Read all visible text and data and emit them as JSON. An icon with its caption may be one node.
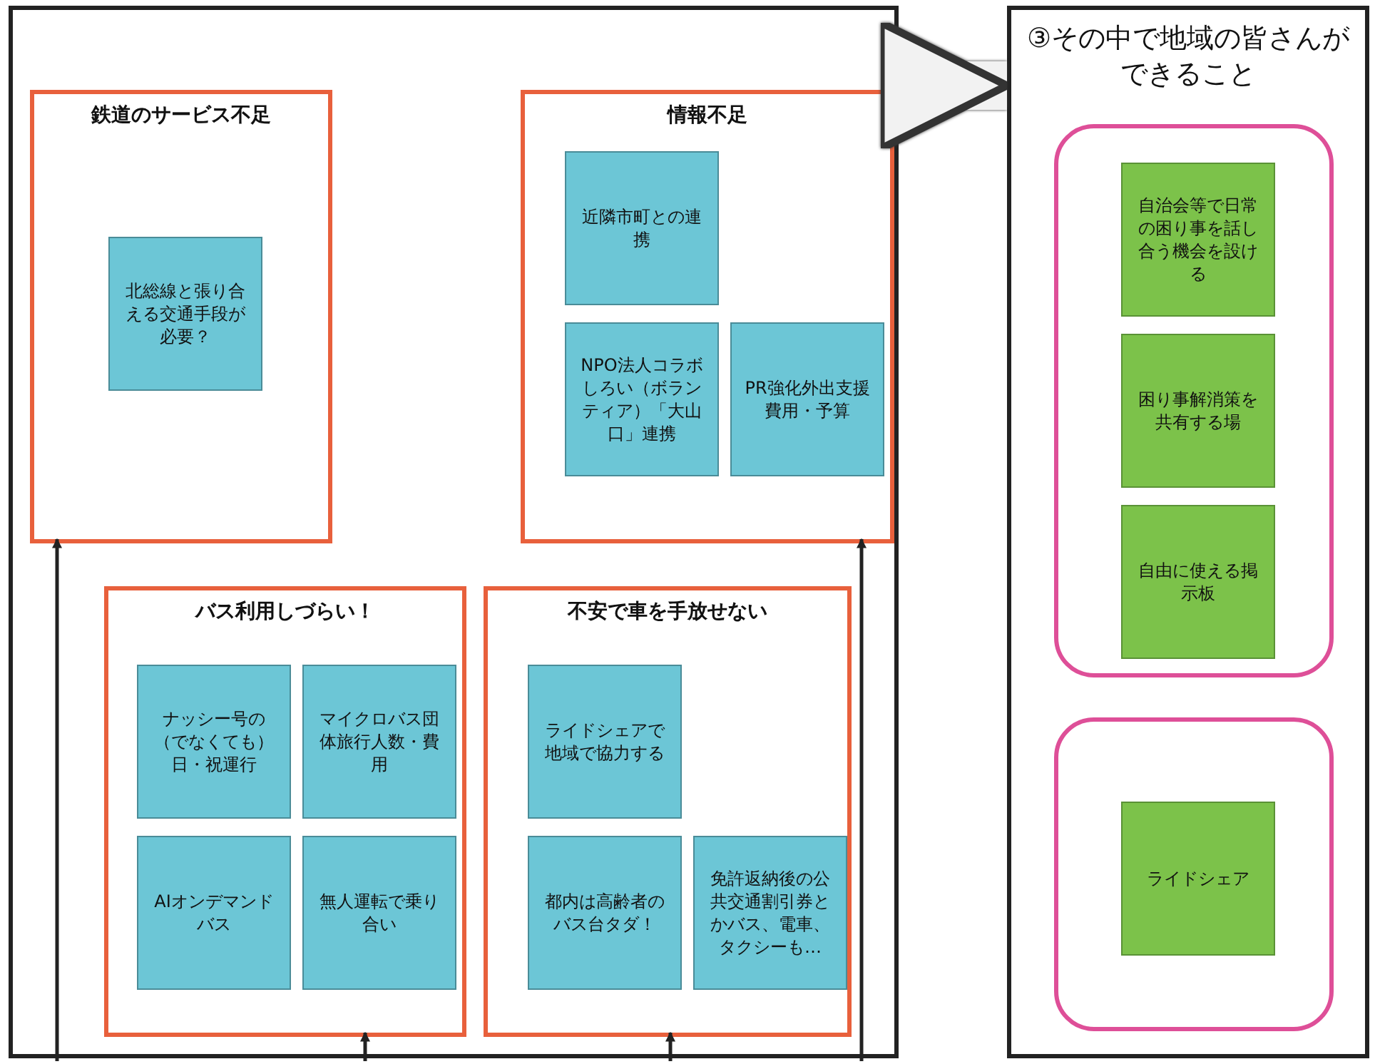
{
  "diagram": {
    "nodes": [
      {
        "text": [
          "③その中で地域の皆さんができること"
        ]
      },
      {
        "text": [],
        "shape": "box",
        "in": 0
      },
      {
        "text": [
          "自治会等で日常の困り事を話し合う機会を設ける"
        ],
        "in": 1
      },
      {
        "text": [
          "困り事解消策を共有する場"
        ],
        "in": 1
      },
      {
        "text": [
          "自由に使える掲示板"
        ],
        "in": 1
      },
      {
        "text": [],
        "shape": "box",
        "in": 0
      },
      {
        "text": [
          "ライドシェア"
        ],
        "in": 5
      },
      {
        "text": [],
        "shape": "box"
      },
      {
        "text": [
          "情報不足"
        ],
        "in": 7
      },
      {
        "text": [
          "PR強化外出支援費用・予算"
        ],
        "in": 8
      },
      {
        "text": [
          "近隣市町との連携"
        ],
        "in": 8
      },
      {
        "text": [
          "NPO法人コラボしろい（ボランティア）「大山口」連携"
        ],
        "in": 8
      },
      {
        "text": [
          "不安で車を手放せない"
        ],
        "in": 7
      },
      {
        "text": [
          "免許返納後の公共交通割引券とかバス、電車、タクシーも…"
        ],
        "in": 12
      },
      {
        "text": [
          "ライドシェアで地域で協力する"
        ],
        "in": 12
      },
      {
        "text": [
          "都内は高齢者のバス台タダ！"
        ],
        "in": 12
      },
      {
        "text": [
          "鉄道のサービス不足"
        ],
        "in": 7
      },
      {
        "text": [
          "北総線と張り合える交通手段が必要？"
        ],
        "in": 16
      },
      {
        "text": [
          "バス利用しづらい！"
        ],
        "in": 7
      },
      {
        "text": [
          "マイクロバス団体旅行人数・費用"
        ],
        "in": 18
      },
      {
        "text": [
          "無人運転で乗り合い"
        ],
        "in": 18
      },
      {
        "text": [
          "ナッシー号の（でなくても）日・祝運行"
        ],
        "in": 18
      },
      {
        "text": [
          "AIオンデマンドバス"
        ],
        "in": 18
      }
    ],
    "edges": [
      {
        "from": 7,
        "to": 0,
        "arrow": "to",
        "style": "thick",
        "color": "#f2f2f2"
      },
      {
        "from": null,
        "to": 8,
        "arrow": "to"
      },
      {
        "from": null,
        "to": 12,
        "arrow": "to"
      },
      {
        "from": null,
        "to": 16,
        "arrow": "to"
      },
      {
        "from": null,
        "to": 18,
        "arrow": "to"
      }
    ]
  }
}
